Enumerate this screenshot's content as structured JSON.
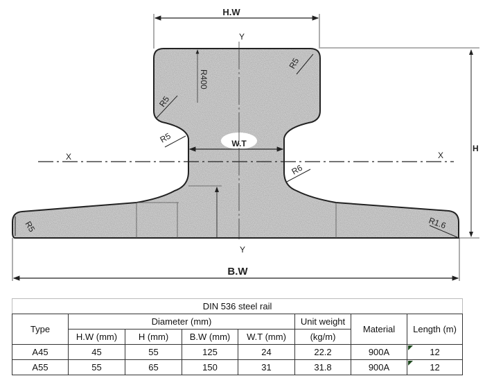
{
  "drawing": {
    "labels": {
      "head_width": "H.W",
      "height": "H",
      "base_width": "B.W",
      "web_thickness": "W.T",
      "axis_y_top": "Y",
      "axis_y_bottom": "Y",
      "axis_x_left": "X",
      "axis_x_right": "X"
    },
    "radii": [
      "R5",
      "R400",
      "R5",
      "R5",
      "R6",
      "R5",
      "R1.6"
    ]
  },
  "table": {
    "title": "DIN 536 steel rail",
    "headers": {
      "type": "Type",
      "diameter": "Diameter (mm)",
      "unit_weight": "Unit weight",
      "unit_weight_unit": "(kg/m)",
      "material": "Material",
      "length": "Length (m)",
      "sub": [
        "H.W (mm)",
        "H (mm)",
        "B.W (mm)",
        "W.T (mm)"
      ]
    },
    "rows": [
      {
        "type": "A45",
        "hw": "45",
        "h": "55",
        "bw": "125",
        "wt": "24",
        "weight": "22.2",
        "material": "900A",
        "length": "12"
      },
      {
        "type": "A55",
        "hw": "55",
        "h": "65",
        "bw": "150",
        "wt": "31",
        "weight": "31.8",
        "material": "900A",
        "length": "12"
      }
    ]
  }
}
